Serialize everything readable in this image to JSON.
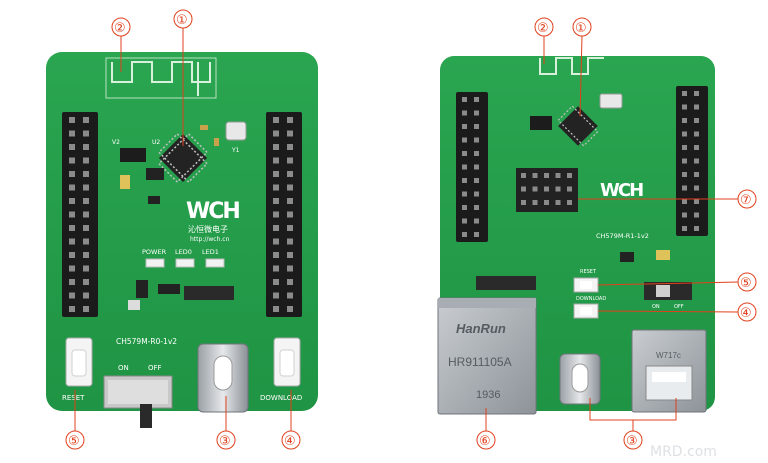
{
  "boards": {
    "left": {
      "model": "CH579M-R0-1v2",
      "brand_cn": "沁恒微电子",
      "url": "http://wch.cn",
      "btn_left": "RESET",
      "btn_right": "DOWNLOAD",
      "switch_on": "ON",
      "switch_off": "OFF",
      "led1": "POWER",
      "led2": "LED0",
      "led3": "LED1",
      "ic_v2": "V2",
      "ic_u2": "U2",
      "ic_y1": "Y1"
    },
    "right": {
      "model": "CH579M-R1-1v2",
      "btn_top": "RESET",
      "btn_bottom": "DOWNLOAD",
      "switch_on": "ON",
      "switch_off": "OFF",
      "jack_brand": "HanRun",
      "jack_part": "HR911105A",
      "jack_code": "1936",
      "usb_a_label": "W717c"
    }
  },
  "callouts": {
    "left": [
      "①",
      "②",
      "③",
      "④",
      "⑤"
    ],
    "right": [
      "①",
      "②",
      "③",
      "④",
      "⑤",
      "⑥",
      "⑦"
    ]
  },
  "watermark": "MRD.com"
}
